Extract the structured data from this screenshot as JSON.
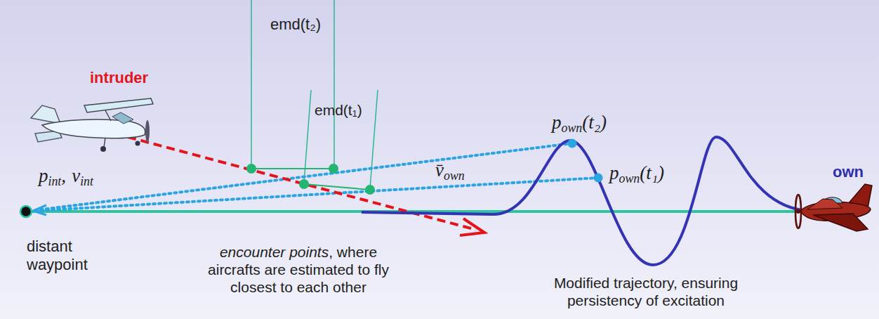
{
  "diagram": {
    "labels": [
      "intruder",
      "p",
      "int",
      ",",
      "v",
      "int",
      "distant waypoint",
      "emd(t₂)",
      "emd(t₁)",
      "p",
      "own",
      "(t₂)",
      "v̄",
      "own",
      "p",
      "own",
      "(t₁)",
      "own",
      "encounter points",
      ", where aircrafts are estimated to fly closest to each other",
      "Modified trajectory, ensuring persistency of excitation"
    ]
  }
}
